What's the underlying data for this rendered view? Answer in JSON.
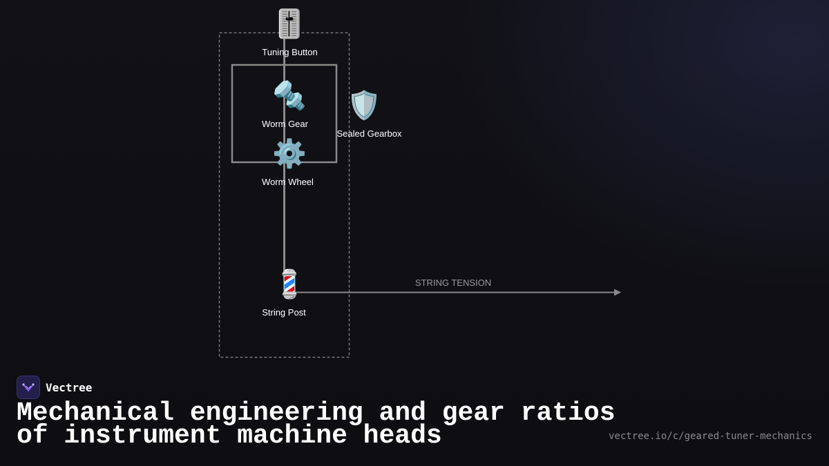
{
  "diagram": {
    "nodes": {
      "tuning_button": {
        "label": "Tuning Button",
        "icon": "🎚️"
      },
      "worm_gear": {
        "label": "Worm Gear",
        "icon": "🔩"
      },
      "sealed_gearbox": {
        "label": "Sealed Gearbox",
        "icon": "🛡️"
      },
      "worm_wheel": {
        "label": "Worm Wheel",
        "icon": "⚙️"
      },
      "string_post": {
        "label": "String Post",
        "icon": "💈"
      }
    },
    "edges": {
      "string_tension": {
        "label": "STRING TENSION"
      }
    }
  },
  "brand": {
    "name": "Vectree",
    "accent": "#8b5cf6"
  },
  "headline": {
    "line1": "Mechanical engineering and gear ratios",
    "line2": "of instrument machine heads"
  },
  "source_url": "vectree.io/c/geared-tuner-mechanics"
}
